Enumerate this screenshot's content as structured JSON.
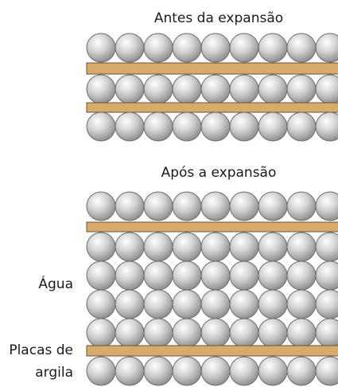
{
  "titles": {
    "before": "Antes da expansão",
    "after": "Após a expansão"
  },
  "labels": {
    "water": "Água",
    "plates_line1": "Placas de",
    "plates_line2": "argila"
  },
  "colors": {
    "plate_fill": "#d6ab6b",
    "plate_stroke": "#6b5030",
    "sphere_light": "#ffffff",
    "sphere_mid": "#d4d4d4",
    "sphere_dark": "#8a8a8a",
    "sphere_stroke": "#6e6e6e",
    "text": "#1a1a1a"
  }
}
